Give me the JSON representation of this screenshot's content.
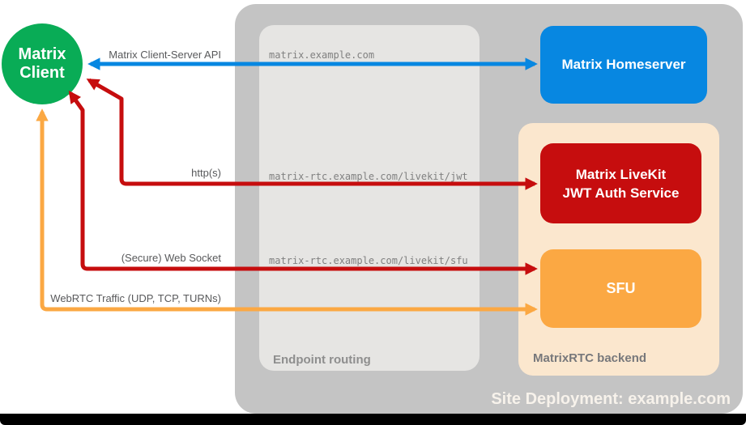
{
  "colors": {
    "client_green": "#09ac56",
    "homeserver_blue": "#0787e1",
    "auth_red": "#c60d0e",
    "sfu_orange": "#fba843",
    "backend_peach": "#fbe7ce",
    "deployment_gray": "#c4c4c4",
    "routing_panel_gray": "#e6e5e3",
    "arrow_label_gray": "#58595b",
    "endpoint_text_gray": "#808080",
    "bottom_bar_black": "#000000"
  },
  "client": {
    "line1": "Matrix",
    "line2": "Client"
  },
  "arrows": [
    {
      "label": "Matrix Client-Server API",
      "color": "#0787e1",
      "from": "Matrix Client",
      "to": "Matrix Homeserver",
      "bidirectional": true
    },
    {
      "label": "http(s)",
      "color": "#c60d0e",
      "from": "Matrix Client",
      "to": "Matrix LiveKit JWT Auth Service",
      "bidirectional": true
    },
    {
      "label": "(Secure) Web Socket",
      "color": "#c60d0e",
      "from": "Matrix Client",
      "to": "SFU",
      "bidirectional": true
    },
    {
      "label": "WebRTC Traffic (UDP, TCP, TURNs)",
      "color": "#fba843",
      "from": "Matrix Client",
      "to": "SFU",
      "bidirectional": true
    }
  ],
  "routing": {
    "label": "Endpoint routing",
    "endpoints": [
      "matrix.example.com",
      "matrix-rtc.example.com/livekit/jwt",
      "matrix-rtc.example.com/livekit/sfu"
    ]
  },
  "homeserver": {
    "label": "Matrix Homeserver"
  },
  "backend": {
    "label": "MatrixRTC backend",
    "jwt": {
      "line1": "Matrix LiveKit",
      "line2": "JWT Auth Service"
    },
    "sfu": {
      "label": "SFU"
    }
  },
  "deployment": {
    "label": "Site Deployment: example.com"
  }
}
